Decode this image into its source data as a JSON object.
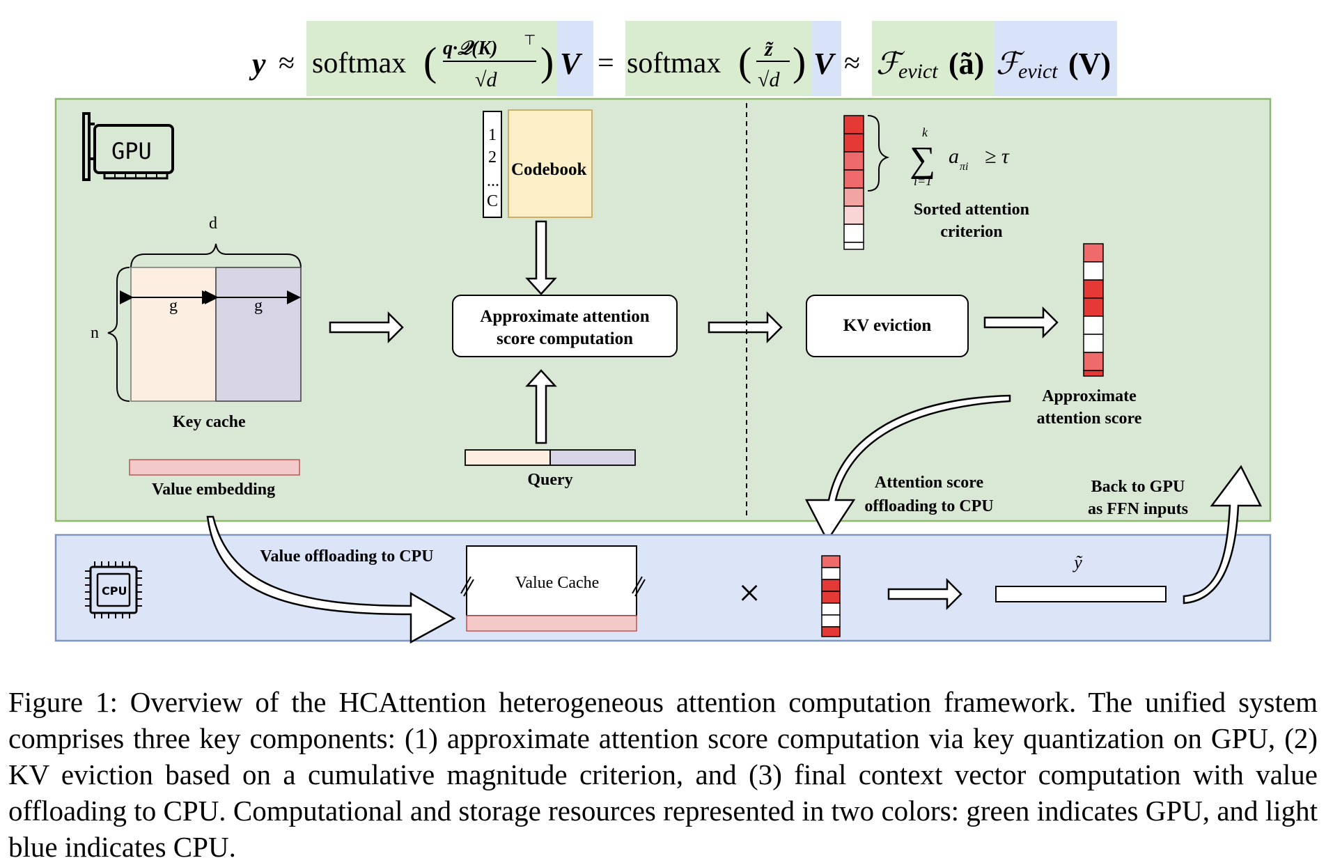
{
  "formula": {
    "y": "y",
    "approx": "≈",
    "eq": "=",
    "softmax": "softmax",
    "numerator": "q·𝒬(K)",
    "transpose": "⊤",
    "sqrt_d": "√d",
    "z_tilde": "z̃",
    "V": "V",
    "f_evict_a": "ℱ",
    "evict_sub": "evict",
    "a_tilde": "(ã)",
    "f_evict_v": "(V)"
  },
  "gpu_section": {
    "icon_label": "GPU",
    "key_cache": {
      "dim_d": "d",
      "dim_n": "n",
      "dim_g1": "g",
      "dim_g2": "g",
      "label": "Key cache"
    },
    "value_embedding_label": "Value embedding",
    "codebook": {
      "indices": [
        "1",
        "2",
        "...",
        "C"
      ],
      "label": "Codebook"
    },
    "approx_box": {
      "line1": "Approximate attention",
      "line2": "score computation"
    },
    "query_label": "Query",
    "criterion": {
      "sum_top": "k",
      "sum_bottom": "i=1",
      "sum_symbol": "∑",
      "term": "a",
      "term_sub": "πi",
      "relation": "≥ τ",
      "label_line1": "Sorted attention",
      "label_line2": "criterion"
    },
    "kv_eviction_label": "KV eviction",
    "approx_score": {
      "line1": "Approximate",
      "line2": "attention score"
    },
    "offload_score": {
      "line1": "Attention score",
      "line2": "offloading to CPU"
    },
    "back_to_gpu": {
      "line1": "Back to GPU",
      "line2": "as FFN inputs"
    }
  },
  "cpu_section": {
    "icon_label": "CPU",
    "value_offload_label": "Value offloading to CPU",
    "value_cache_label": "Value Cache",
    "multiply": "×",
    "y_tilde": "ỹ"
  },
  "colors": {
    "gpu_bg": "#d9e8d5",
    "gpu_border": "#8bb86b",
    "cpu_bg": "#dbe5f7",
    "cpu_border": "#7d95c1",
    "formula_green": "#d9ecd0",
    "formula_blue": "#d8e3f8",
    "peach": "#fdeee2",
    "lavender": "#d7d4e5",
    "codebook_yellow": "#fdf0c8",
    "value_pink": "#f3c9c9",
    "red_dark": "#e53935",
    "red_mid": "#ef6b6b",
    "red_light": "#f4a3a3",
    "red_pale": "#f9d5d5"
  },
  "caption": "Figure 1: Overview of the HCAttention heterogeneous attention computation framework. The unified system comprises three key components: (1) approximate attention score computation via key quantization on GPU, (2) KV eviction based on a cumulative magnitude criterion, and (3) final context vector computation with value offloading to CPU. Computational and storage resources represented in two colors: green indicates GPU, and light blue indicates CPU."
}
